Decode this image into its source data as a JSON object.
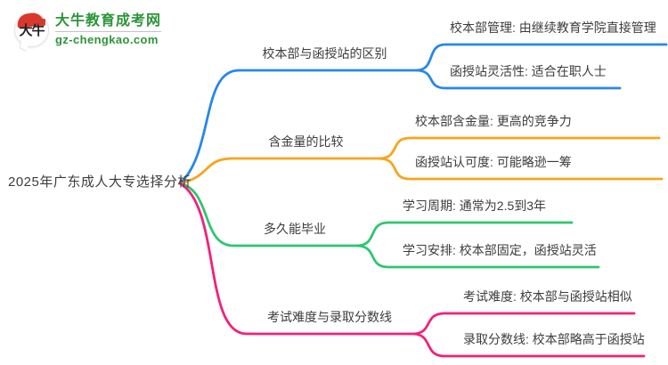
{
  "logo": {
    "icon_text": "大牛",
    "title": "大牛教育成考网",
    "domain": "gz-chengkao.com",
    "brand_green": "#2c9438",
    "brand_red": "#d9392c"
  },
  "root": {
    "title": "2025年广东成人大专选择分析"
  },
  "branches": [
    {
      "label": "校本部与函授站的区别",
      "color": "#2688e8",
      "children": [
        {
          "label": "校本部管理: 由继续教育学院直接管理"
        },
        {
          "label": "函授站灵活性: 适合在职人士"
        }
      ]
    },
    {
      "label": "含金量的比较",
      "color": "#f7a51d",
      "children": [
        {
          "label": "校本部含金量: 更高的竞争力"
        },
        {
          "label": "函授站认可度: 可能略逊一筹"
        }
      ]
    },
    {
      "label": "多久能毕业",
      "color": "#2dc76d",
      "children": [
        {
          "label": "学习周期: 通常为2.5到3年"
        },
        {
          "label": "学习安排: 校本部固定，函授站灵活"
        }
      ]
    },
    {
      "label": "考试难度与录取分数线",
      "color": "#f2217a",
      "children": [
        {
          "label": "考试难度: 校本部与函授站相似"
        },
        {
          "label": "录取分数线: 校本部略高于函授站"
        }
      ]
    }
  ]
}
